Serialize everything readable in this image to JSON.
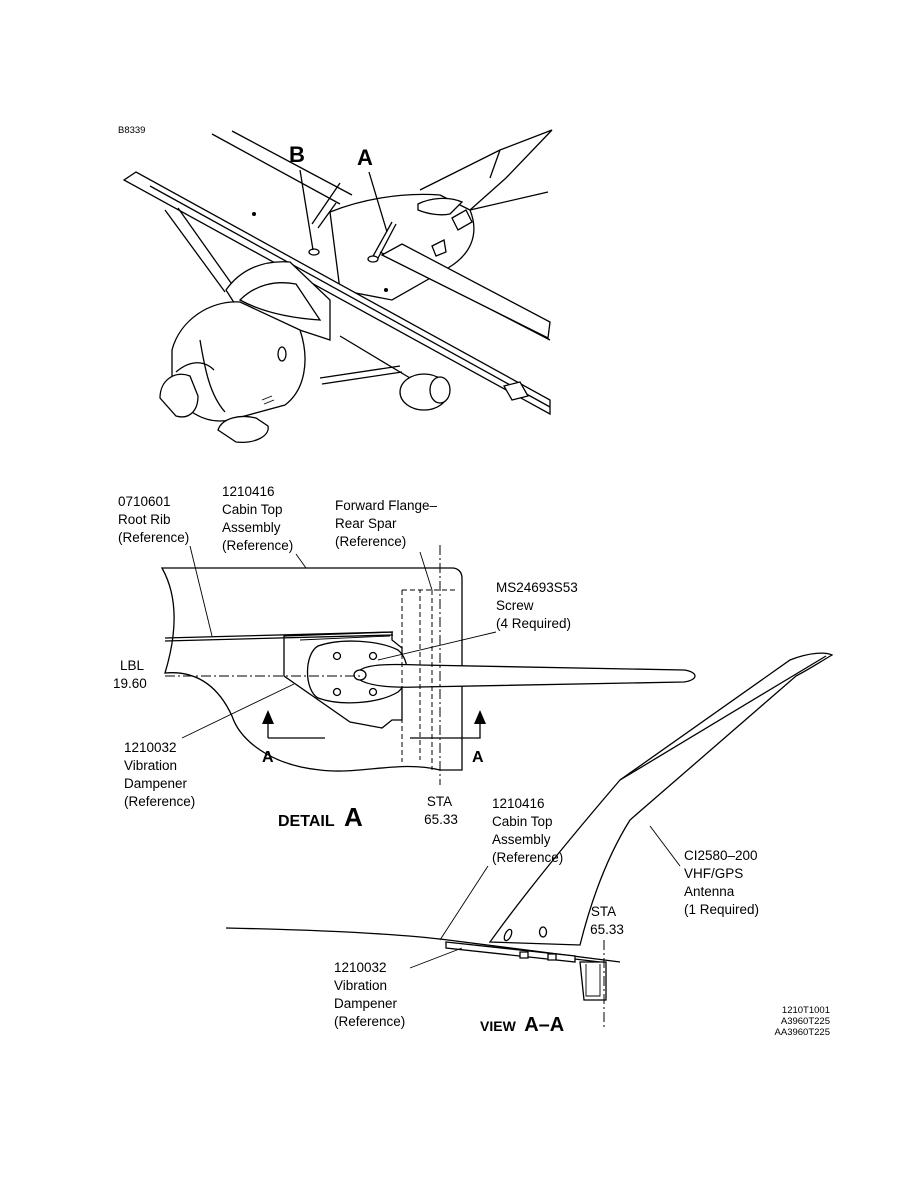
{
  "figure_id": "B8339",
  "top_callouts": {
    "b": "B",
    "a": "A"
  },
  "detail": {
    "root_rib": [
      "0710601",
      "Root Rib",
      "(Reference)"
    ],
    "cabin_top": [
      "1210416",
      "Cabin Top",
      "Assembly",
      "(Reference)"
    ],
    "forward_flange": [
      "Forward Flange–",
      "Rear Spar",
      "(Reference)"
    ],
    "screw": [
      "MS24693S53",
      "Screw",
      "(4 Required)"
    ],
    "lbl": [
      "LBL",
      "19.60"
    ],
    "dampener": [
      "1210032",
      "Vibration",
      "Dampener",
      "(Reference)"
    ],
    "section_left": "A",
    "section_right": "A",
    "sta": [
      "STA",
      "65.33"
    ],
    "title_word": "DETAIL",
    "title_letter": "A"
  },
  "view": {
    "cabin_top": [
      "1210416",
      "Cabin Top",
      "Assembly",
      "(Reference)"
    ],
    "antenna": [
      "CI2580–200",
      "VHF/GPS",
      "Antenna",
      "(1 Required)"
    ],
    "sta": [
      "STA",
      "65.33"
    ],
    "dampener": [
      "1210032",
      "Vibration",
      "Dampener",
      "(Reference)"
    ],
    "title_word": "VIEW",
    "title_letter": "A–A"
  },
  "part_refs": [
    "1210T1001",
    "A3960T225",
    "AA3960T225"
  ]
}
